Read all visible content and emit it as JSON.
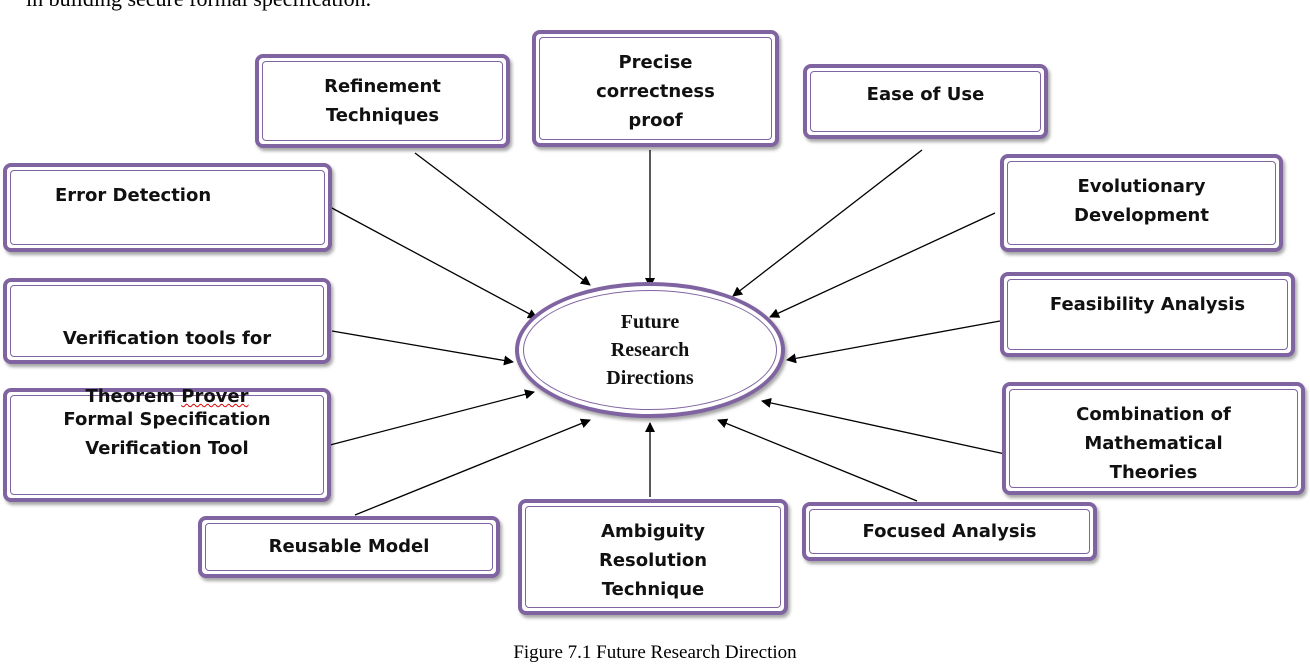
{
  "page_text": "in building secure formal specification.",
  "center": "Future\nResearch\nDirections",
  "nodes": {
    "refinement": "Refinement\nTechniques",
    "precise": "Precise\ncorrectness\nproof",
    "ease": "Ease of Use",
    "evolutionary": "Evolutionary\nDevelopment",
    "feasibility": "Feasibility Analysis",
    "combination": "Combination of\nMathematical\nTheories",
    "focused": "Focused Analysis",
    "ambiguity": "Ambiguity\nResolution\nTechnique",
    "reusable": "Reusable Model",
    "formal_spec": "Formal Specification\nVerification Tool",
    "verification_line1": "Verification tools for",
    "verification_line2a": "Theorem ",
    "verification_line2b": "Prover",
    "error": "Error Detection"
  },
  "caption": "Figure 7.1 Future Research Direction",
  "colors": {
    "border": "#8064a2",
    "arrow": "#000000"
  }
}
